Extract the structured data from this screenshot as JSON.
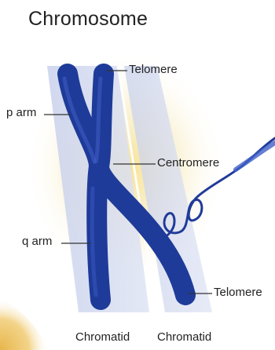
{
  "diagram": {
    "title": "Chromosome",
    "labels": {
      "telomere_top": "Telomere",
      "p_arm": "p arm",
      "centromere": "Centromere",
      "q_arm": "q arm",
      "telomere_bottom": "Telomere",
      "chromatid_left": "Chromatid",
      "chromatid_right": "Chromatid"
    },
    "colors": {
      "chromosome": "#1f3b99",
      "chromosome_highlight": "#3f5fc7",
      "panel": "#cfd6ee",
      "glow": "#f3e4a1",
      "line": "#333333"
    }
  }
}
